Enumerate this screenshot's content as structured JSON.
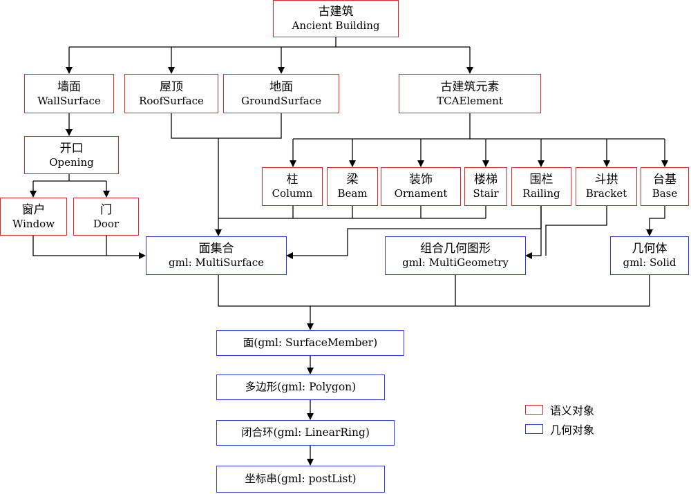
{
  "colors": {
    "semantic": "#d42a2a",
    "geometry": "#2a3fd4",
    "edge": "#000000"
  },
  "nodes": {
    "ancient_building": {
      "zh": "古建筑",
      "en": "Ancient Building",
      "kind": "semantic"
    },
    "wall_surface": {
      "zh": "墙面",
      "en": "WallSurface",
      "kind": "semantic"
    },
    "roof_surface": {
      "zh": "屋顶",
      "en": "RoofSurface",
      "kind": "semantic"
    },
    "ground_surface": {
      "zh": "地面",
      "en": "GroundSurface",
      "kind": "semantic"
    },
    "tca_element": {
      "zh": "古建筑元素",
      "en": "TCAElement",
      "kind": "semantic"
    },
    "opening": {
      "zh": "开口",
      "en": "Opening",
      "kind": "semantic"
    },
    "window": {
      "zh": "窗户",
      "en": "Window",
      "kind": "semantic"
    },
    "door": {
      "zh": "门",
      "en": "Door",
      "kind": "semantic"
    },
    "column": {
      "zh": "柱",
      "en": "Column",
      "kind": "semantic"
    },
    "beam": {
      "zh": "梁",
      "en": "Beam",
      "kind": "semantic"
    },
    "ornament": {
      "zh": "装饰",
      "en": "Ornament",
      "kind": "semantic"
    },
    "stair": {
      "zh": "楼梯",
      "en": "Stair",
      "kind": "semantic"
    },
    "railing": {
      "zh": "围栏",
      "en": "Railing",
      "kind": "semantic"
    },
    "bracket": {
      "zh": "斗拱",
      "en": "Bracket",
      "kind": "semantic"
    },
    "base": {
      "zh": "台基",
      "en": "Base",
      "kind": "semantic"
    },
    "multi_surface": {
      "zh": "面集合",
      "en": "gml: MultiSurface",
      "kind": "geometry"
    },
    "multi_geometry": {
      "zh": "组合几何图形",
      "en": "gml: MultiGeometry",
      "kind": "geometry"
    },
    "solid": {
      "zh": "几何体",
      "en": "gml: Solid",
      "kind": "geometry"
    },
    "surface_member": {
      "label": "面(gml: SurfaceMember)",
      "kind": "geometry"
    },
    "polygon": {
      "label": "多边形(gml: Polygon)",
      "kind": "geometry"
    },
    "linear_ring": {
      "label": "闭合环(gml: LinearRing)",
      "kind": "geometry"
    },
    "post_list": {
      "label": "坐标串(gml: postList)",
      "kind": "geometry"
    }
  },
  "legend": {
    "semantic_label": "语义对象",
    "geometry_label": "几何对象"
  }
}
